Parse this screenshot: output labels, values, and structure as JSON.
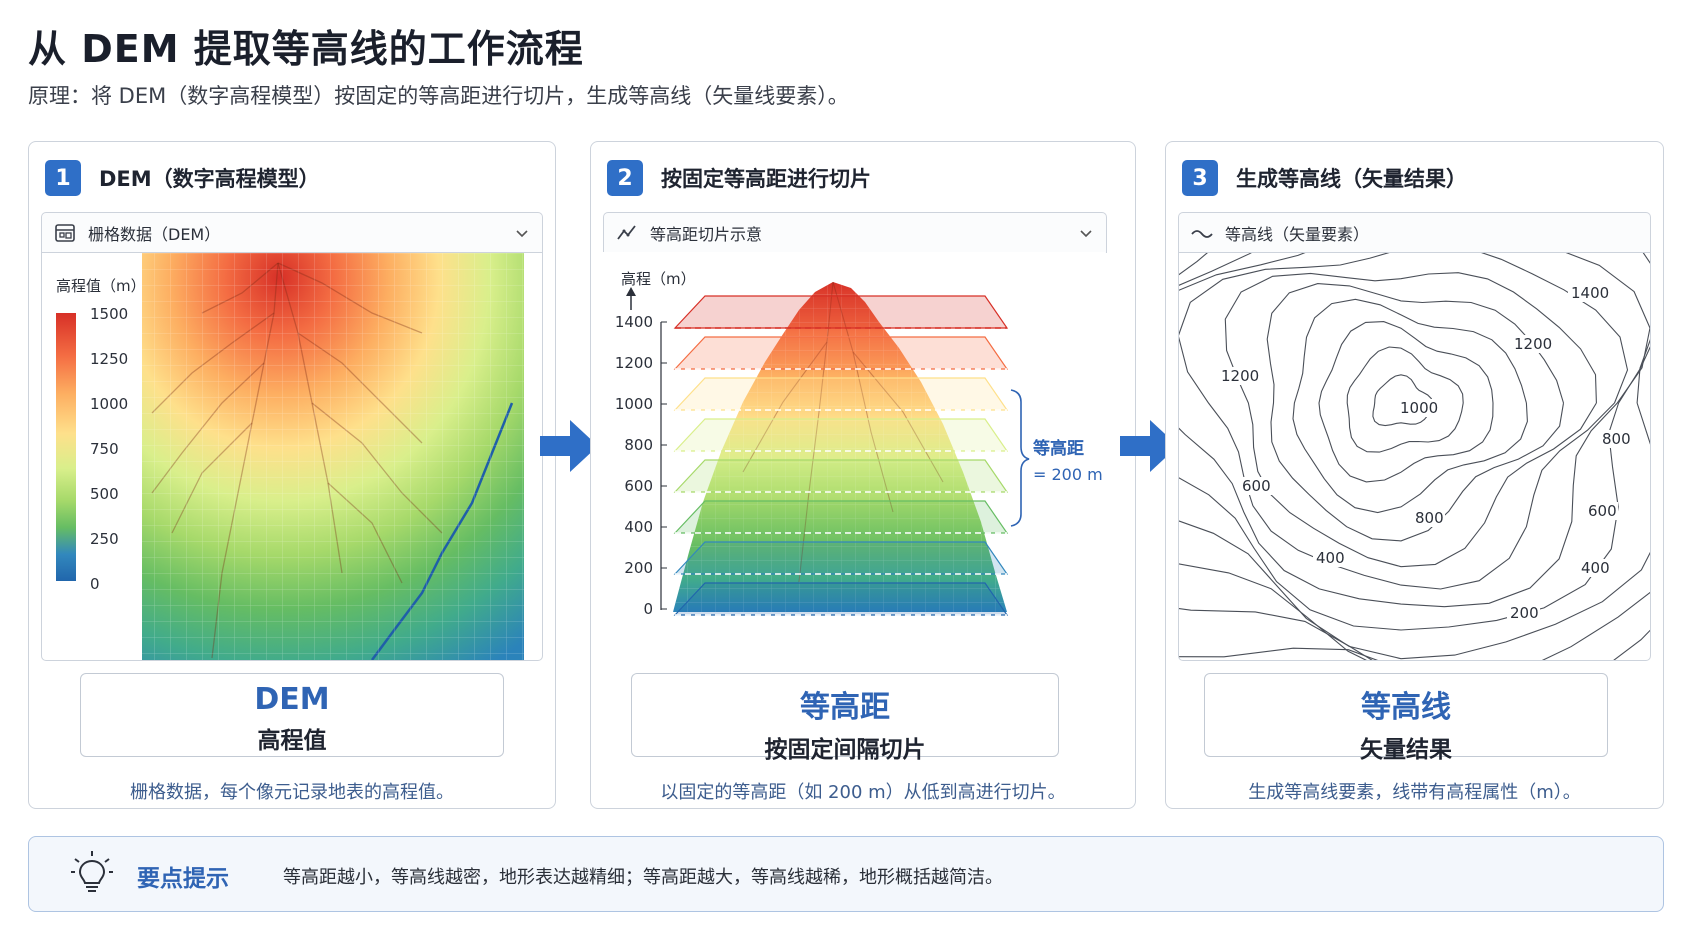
{
  "header": {
    "title": "从 DEM 提取等高线的工作流程",
    "subtitle": "原理：将 DEM（数字高程模型）按固定的等高距进行切片，生成等高线（矢量线要素）。"
  },
  "steps": [
    {
      "number": "1",
      "title": "DEM（数字高程模型）",
      "dropdown": "栅格数据（DEM）",
      "legend_title": "高程值（m）",
      "legend_ticks": [
        "1500",
        "1250",
        "1000",
        "750",
        "500",
        "250",
        "0"
      ],
      "card_main": "DEM",
      "card_sub": "高程值",
      "caption": "栅格数据，每个像元记录地表的高程值。"
    },
    {
      "number": "2",
      "title": "按固定等高距进行切片",
      "dropdown": "等高距切片示意",
      "axis_label": "高程（m）",
      "axis_ticks": [
        "1400",
        "1200",
        "1000",
        "800",
        "600",
        "400",
        "200",
        "0"
      ],
      "interval_label_1": "等高距",
      "interval_label_2": "= 200 m",
      "card_main": "等高距",
      "card_sub": "按固定间隔切片",
      "caption": "以固定的等高距（如 200 m）从低到高进行切片。"
    },
    {
      "number": "3",
      "title": "生成等高线（矢量结果）",
      "dropdown": "等高线（矢量要素）",
      "contour_labels": [
        "1400",
        "1200",
        "1200",
        "1000",
        "800",
        "600",
        "800",
        "600",
        "400",
        "400",
        "200"
      ],
      "card_main": "等高线",
      "card_sub": "矢量结果",
      "caption": "生成等高线要素，线带有高程属性（m）。"
    }
  ],
  "tip": {
    "title": "要点提示",
    "text": "等高距越小，等高线越密，地形表达越精细；等高距越大，等高线越稀，地形概括越简洁。"
  },
  "colors": {
    "accent": "#2f6fc7",
    "card_text": "#2f64b4",
    "elevation_ramp": [
      "#d73027",
      "#f46d43",
      "#fdae61",
      "#fee08b",
      "#d9ef8b",
      "#a6d96a",
      "#66bd63",
      "#41ab8b",
      "#3288bd",
      "#2166ac"
    ]
  },
  "icons": [
    "raster-grid-icon",
    "line-chart-icon",
    "wave-line-icon",
    "chevron-down-icon",
    "right-arrow-icon",
    "lightbulb-icon"
  ]
}
